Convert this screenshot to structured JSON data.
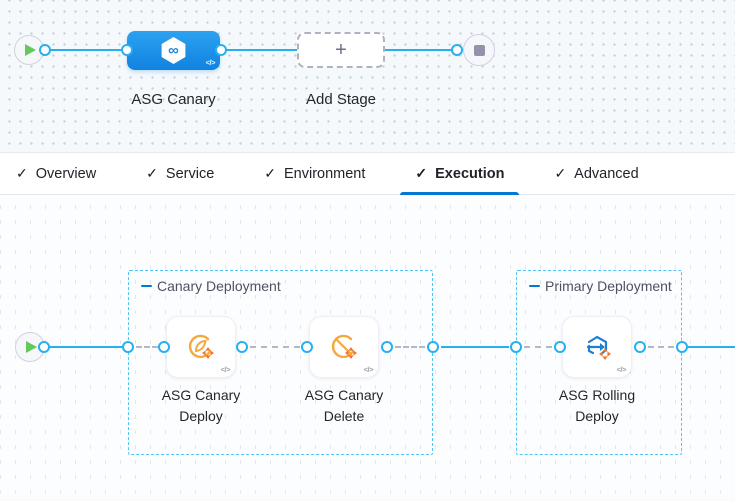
{
  "colors": {
    "accent": "#0278d5",
    "flow_line_cyan": "#25b0f2",
    "stage_node_blue_top": "#2da1f0",
    "stage_node_blue_bottom": "#0f83e0",
    "group_border_cyan": "#4fc3f7",
    "play_green": "#63c95b",
    "stop_gray": "#9293ab",
    "asg_icon_amber": "#f5a83c",
    "asg_cross_orange": "#f4742b",
    "rolling_icon_blue": "#1c7fd4"
  },
  "icons": {
    "check": "✓",
    "plus": "+",
    "code": "</>",
    "infinity": "∞"
  },
  "stage_pipeline": {
    "stage": {
      "name": "ASG Canary"
    },
    "add_stage": {
      "label": "Add Stage"
    }
  },
  "tabs": {
    "active": "Execution",
    "items": [
      {
        "label": "Overview"
      },
      {
        "label": "Service"
      },
      {
        "label": "Environment"
      },
      {
        "label": "Execution"
      },
      {
        "label": "Advanced"
      }
    ]
  },
  "execution": {
    "groups": [
      {
        "label": "Canary Deployment",
        "steps": [
          {
            "name": "ASG Canary Deploy"
          },
          {
            "name": "ASG Canary Delete"
          }
        ]
      },
      {
        "label": "Primary Deployment",
        "steps": [
          {
            "name": "ASG Rolling Deploy"
          }
        ]
      }
    ]
  }
}
